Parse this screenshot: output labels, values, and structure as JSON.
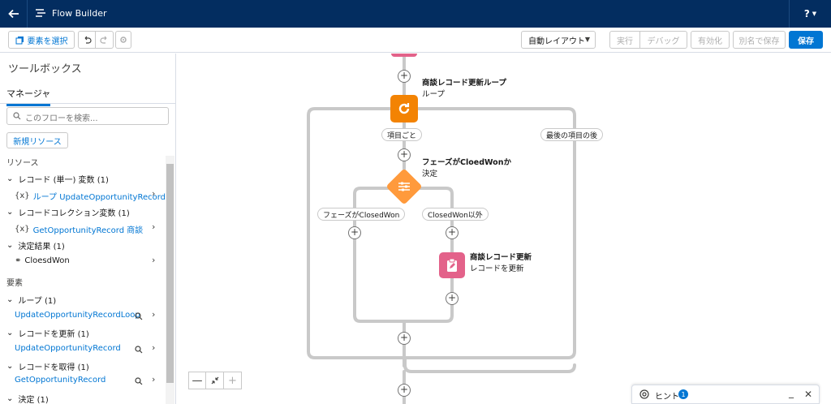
{
  "app": {
    "title": "Flow Builder",
    "help_label": "?"
  },
  "toolbar": {
    "select_elements": "要素を選択",
    "layout_mode": "自動レイアウト",
    "run": "実行",
    "debug": "デバッグ",
    "activate": "有効化",
    "save_as": "別名で保存",
    "save": "保存"
  },
  "sidebar": {
    "title": "ツールボックス",
    "tab": "マネージャ",
    "search_placeholder": "このフローを検索...",
    "new_resource": "新規リソース",
    "resources_label": "リソース",
    "elements_label": "要素",
    "groups": [
      {
        "label": "レコード (単一) 変数 (1)",
        "item": "ループ UpdateOpportunityRecordL..."
      },
      {
        "label": "レコードコレクション変数 (1)",
        "item": "GetOpportunityRecord 商談"
      },
      {
        "label": "決定結果 (1)",
        "item": "CloesdWon"
      },
      {
        "label": "ループ (1)",
        "item": "UpdateOpportunityRecordLoop"
      },
      {
        "label": "レコードを更新 (1)",
        "item": "UpdateOpportunityRecord"
      },
      {
        "label": "レコードを取得 (1)",
        "item": "GetOpportunityRecord"
      },
      {
        "label": "決定 (1)"
      }
    ]
  },
  "canvas": {
    "loop": {
      "title": "商談レコード更新ループ",
      "type": "ループ"
    },
    "for_each": "項目ごと",
    "after_last": "最後の項目の後",
    "decision": {
      "title": "フェーズがCloedWonか",
      "type": "決定"
    },
    "branch_left": "フェーズがClosedWon",
    "branch_right": "ClosedWon以外",
    "update": {
      "title": "商談レコード更新",
      "type": "レコードを更新"
    }
  },
  "hint": {
    "label": "ヒント",
    "count": "1"
  },
  "colors": {
    "header": "#032d60",
    "brand": "#0176d3",
    "loop": "#f38303",
    "decision": "#ff9a3c",
    "update": "#e3628a",
    "connector": "#c9c9c9"
  }
}
